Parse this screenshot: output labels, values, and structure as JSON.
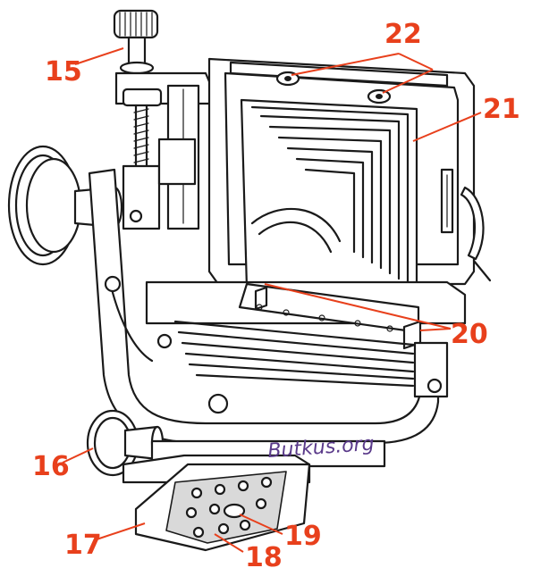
{
  "diagram": {
    "callouts": [
      {
        "id": "c15",
        "label": "15"
      },
      {
        "id": "c16",
        "label": "16"
      },
      {
        "id": "c17",
        "label": "17"
      },
      {
        "id": "c18",
        "label": "18"
      },
      {
        "id": "c19",
        "label": "19"
      },
      {
        "id": "c20",
        "label": "20"
      },
      {
        "id": "c21",
        "label": "21"
      },
      {
        "id": "c22",
        "label": "22"
      }
    ],
    "handwriting": "Butkus.org"
  },
  "colors": {
    "callout": "#e8401c",
    "line_art": "#1a1a1a",
    "signature": "#5a3a8a"
  }
}
